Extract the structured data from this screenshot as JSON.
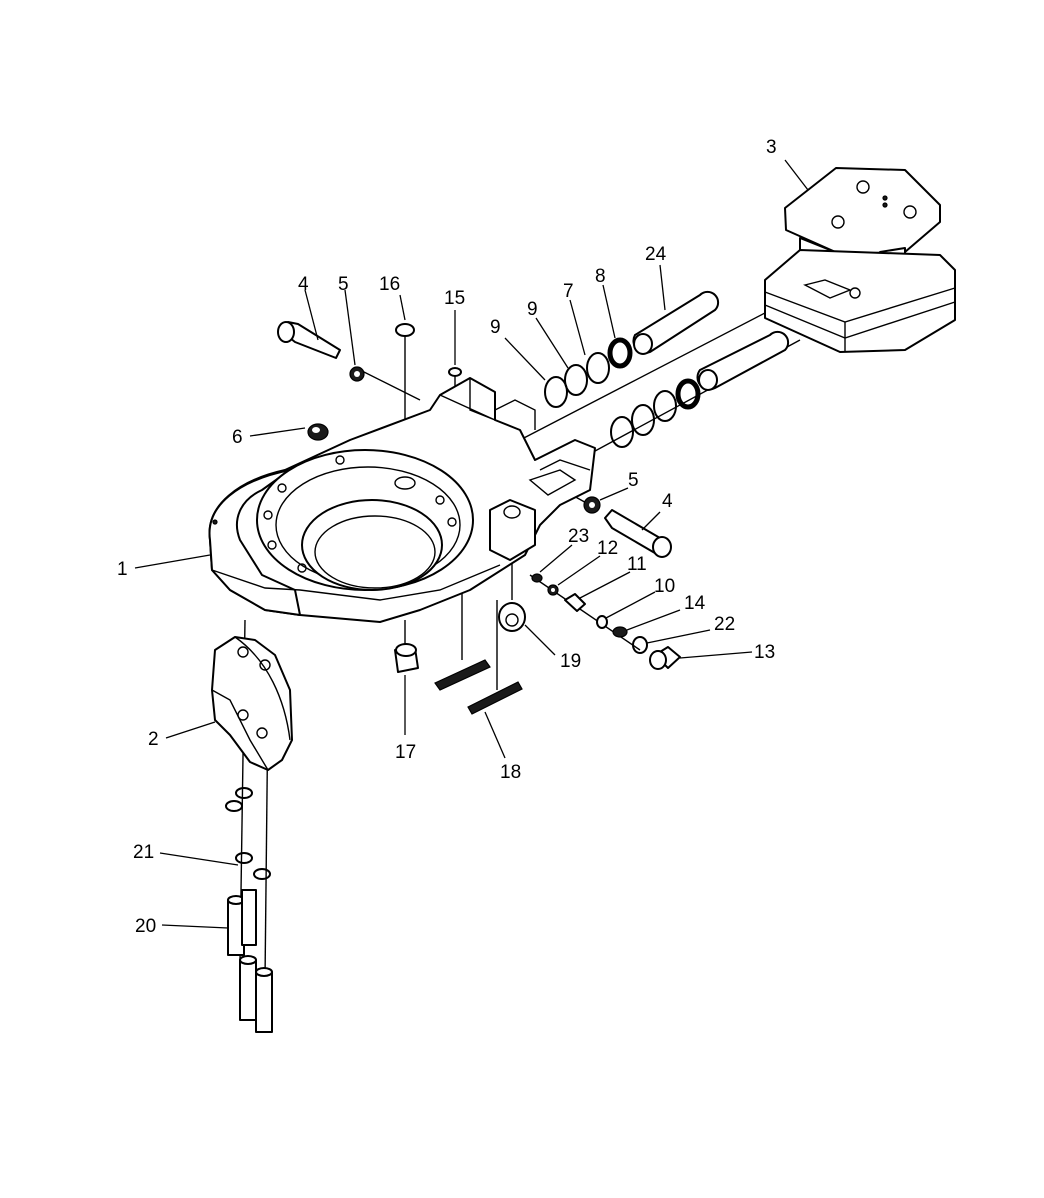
{
  "callouts": [
    {
      "id": "c1",
      "text": "1"
    },
    {
      "id": "c2",
      "text": "2"
    },
    {
      "id": "c3",
      "text": "3"
    },
    {
      "id": "c4a",
      "text": "4"
    },
    {
      "id": "c4b",
      "text": "4"
    },
    {
      "id": "c5a",
      "text": "5"
    },
    {
      "id": "c5b",
      "text": "5"
    },
    {
      "id": "c6",
      "text": "6"
    },
    {
      "id": "c7",
      "text": "7"
    },
    {
      "id": "c8",
      "text": "8"
    },
    {
      "id": "c9a",
      "text": "9"
    },
    {
      "id": "c9b",
      "text": "9"
    },
    {
      "id": "c10",
      "text": "10"
    },
    {
      "id": "c11",
      "text": "11"
    },
    {
      "id": "c12",
      "text": "12"
    },
    {
      "id": "c13",
      "text": "13"
    },
    {
      "id": "c14",
      "text": "14"
    },
    {
      "id": "c15",
      "text": "15"
    },
    {
      "id": "c16",
      "text": "16"
    },
    {
      "id": "c17",
      "text": "17"
    },
    {
      "id": "c18",
      "text": "18"
    },
    {
      "id": "c19",
      "text": "19"
    },
    {
      "id": "c20",
      "text": "20"
    },
    {
      "id": "c21",
      "text": "21"
    },
    {
      "id": "c22",
      "text": "22"
    },
    {
      "id": "c23",
      "text": "23"
    },
    {
      "id": "c24",
      "text": "24"
    }
  ]
}
